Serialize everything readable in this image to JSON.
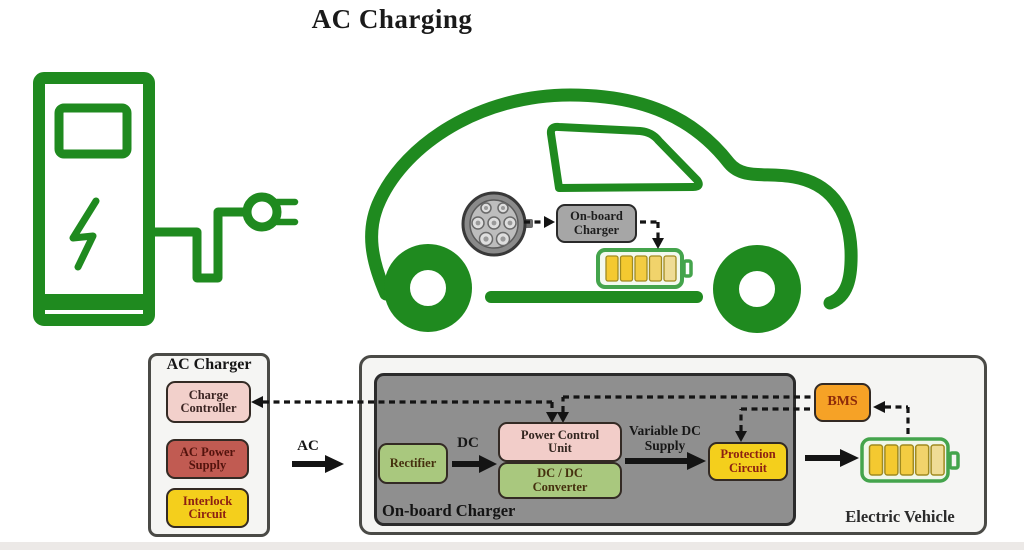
{
  "title": "AC Charging",
  "ac_charger": {
    "title": "AC Charger",
    "charge_controller": "Charge\nController",
    "ac_power_supply": "AC Power\nSupply",
    "interlock_circuit": "Interlock\nCircuit"
  },
  "electric_vehicle": {
    "label": "Electric Vehicle",
    "onboard_charger": {
      "label": "On-board Charger",
      "rectifier": "Rectifier",
      "power_control_unit": "Power Control\nUnit",
      "dc_dc_converter": "DC / DC\nConverter"
    },
    "protection_circuit": "Protection\nCircuit",
    "bms": "BMS"
  },
  "car": {
    "onboard_charger": "On-board\nCharger"
  },
  "flow_labels": {
    "ac": "AC",
    "dc": "DC",
    "variable_dc": "Variable DC\nSupply"
  },
  "icons": [
    "charging-station-icon",
    "lightning-bolt-icon",
    "charging-plug-icon",
    "electric-car-icon",
    "charging-connector-icon",
    "car-battery-icon",
    "ev-battery-icon"
  ],
  "colors": {
    "green": "#1F8A1F",
    "battery_green": "#44A44C",
    "panel_bg": "#F5F5F3",
    "gray_panel": "#8F8F8F",
    "pink": "#F2CDC9",
    "red": "#C15B52",
    "yellow": "#F4CF1C",
    "orange": "#F6A226",
    "light_green_box": "#A9C87E",
    "battery_cell": "#F4C930",
    "line_black": "#141414"
  }
}
